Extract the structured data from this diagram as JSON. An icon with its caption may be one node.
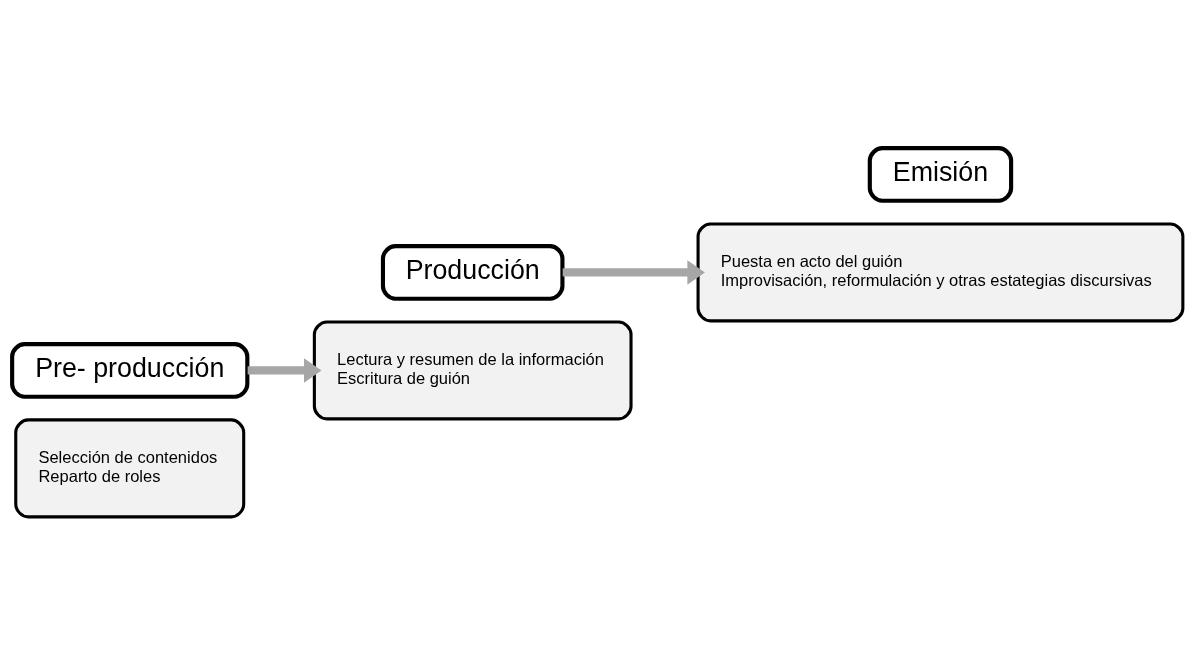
{
  "diagram": {
    "nodes": [
      {
        "text": [
          "Selección de contenidos",
          "Reparto de roles"
        ]
      },
      {
        "text": [
          "Pre- producción"
        ]
      },
      {
        "text": [
          "Producción"
        ]
      },
      {
        "text": [
          "Lectura y resumen de la información",
          "Escritura de guión"
        ]
      },
      {
        "text": [
          "Puesta en acto del guión",
          "Improvisación, reformulación y otras estategias discursivas"
        ]
      },
      {
        "text": [
          "Emisión"
        ]
      }
    ],
    "edges": [
      {
        "from": 1,
        "to": 3,
        "arrow": "to"
      },
      {
        "from": 2,
        "to": 4,
        "arrow": "to"
      }
    ]
  }
}
